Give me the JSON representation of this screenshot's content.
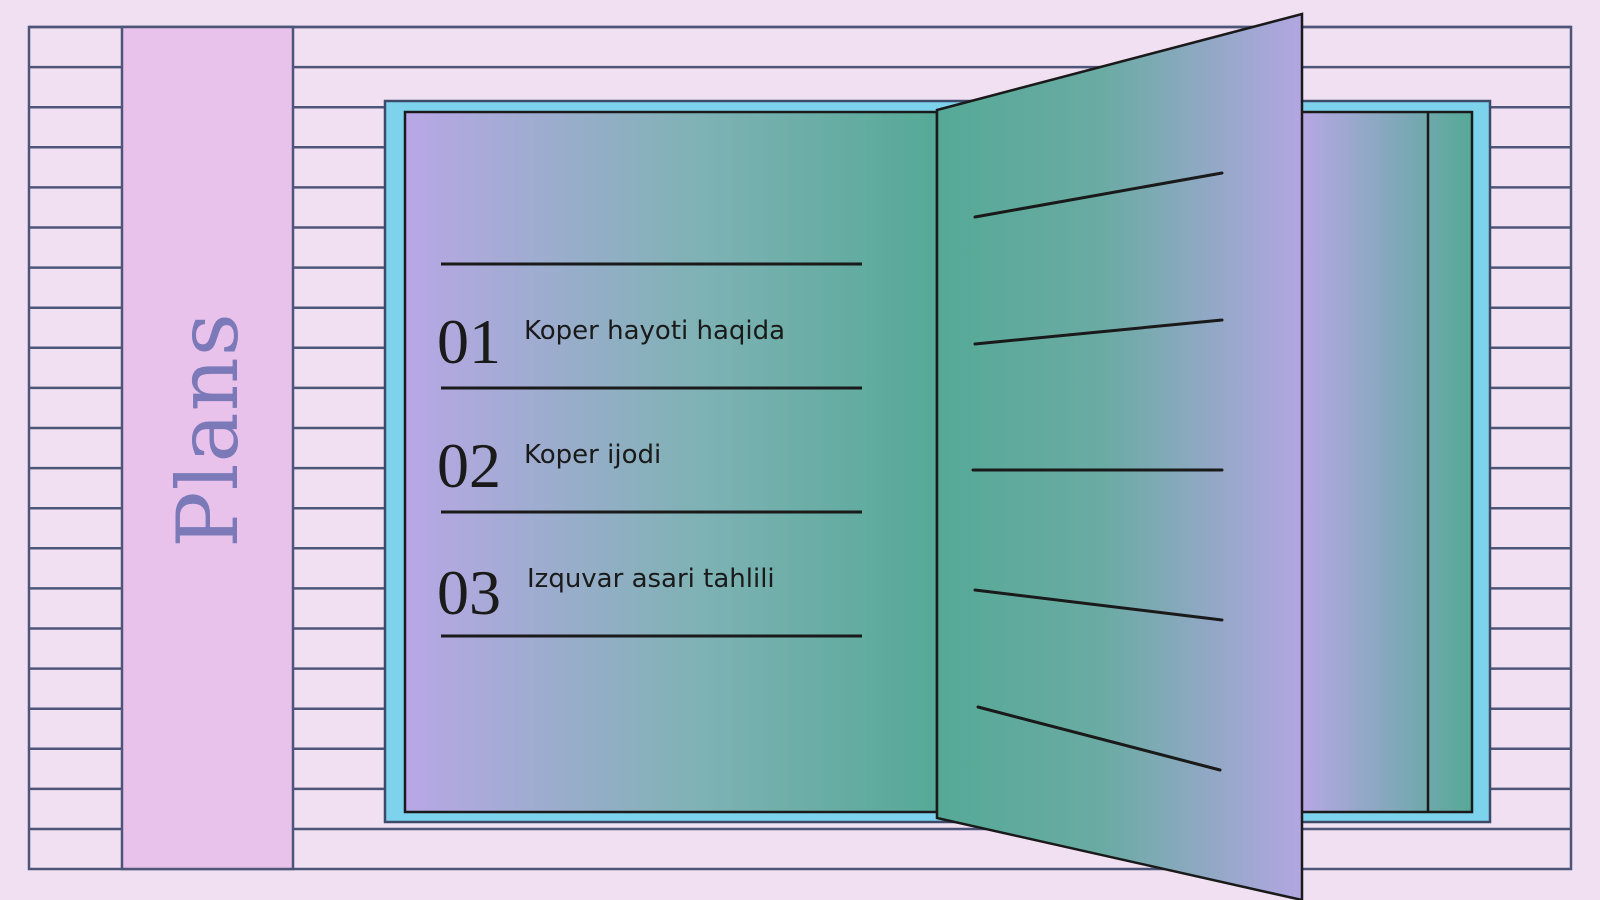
{
  "slide": {
    "title": "Plans",
    "items": [
      {
        "number": "01",
        "label": "Koper hayoti haqida"
      },
      {
        "number": "02",
        "label": "Koper ijodi"
      },
      {
        "number": "03",
        "label": "Izquvar asari tahlili"
      }
    ]
  },
  "colors": {
    "background": "#f1dff2",
    "stripe_line": "#4d5678",
    "sidebar": "#e9c2ec",
    "title": "#7b79b8",
    "book_border": "#7ed3ec",
    "gradient_purple": "#b9a7e6",
    "gradient_green": "#55a997",
    "ink": "#1a1a1a"
  }
}
